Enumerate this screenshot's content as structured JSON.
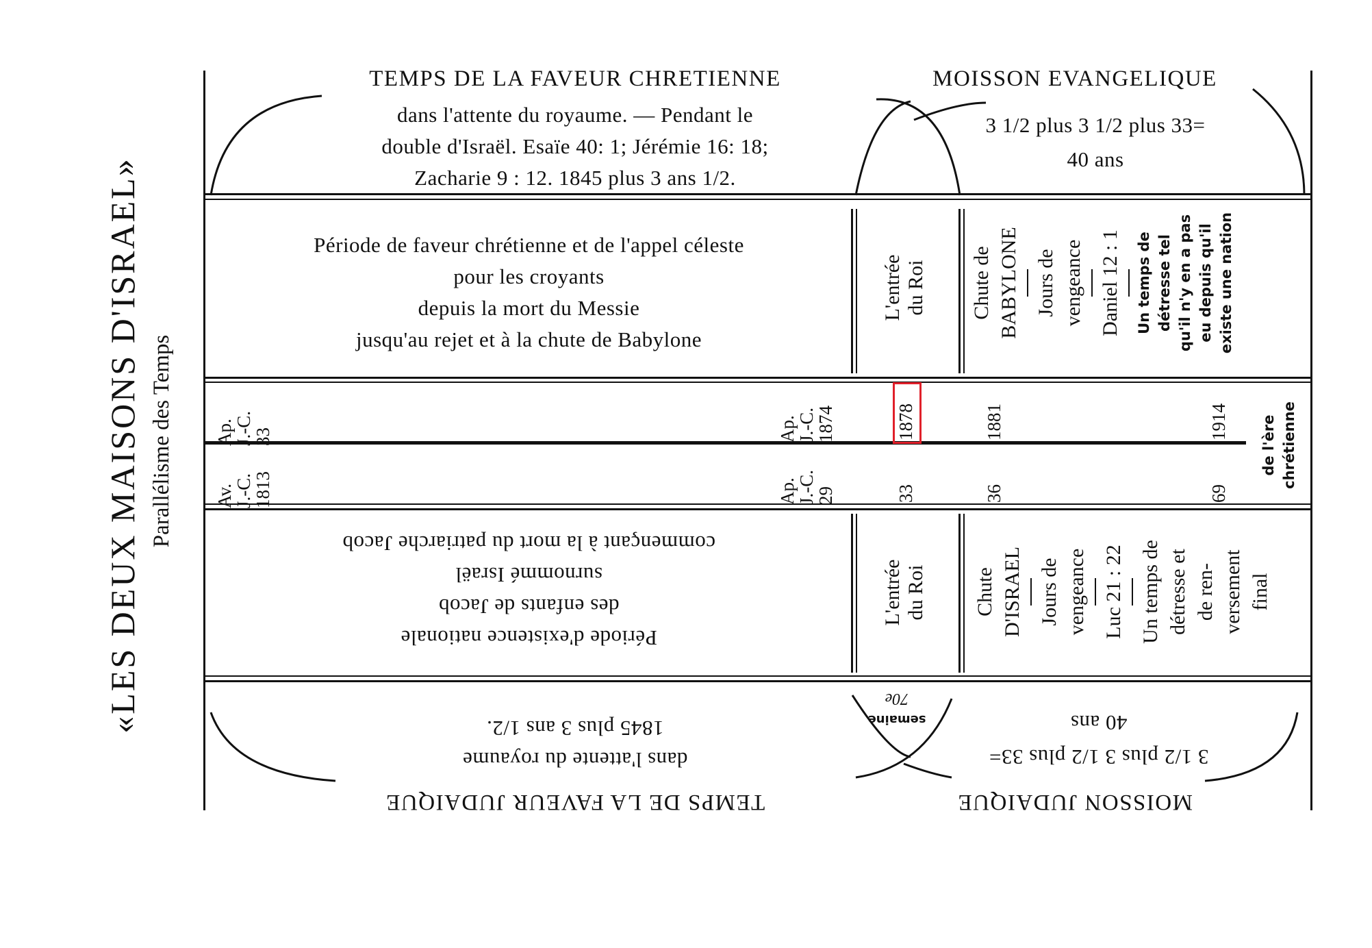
{
  "side": {
    "title": "«LES DEUX MAISONS D'ISRAEL»",
    "subtitle": "Parallélisme des Temps"
  },
  "top": {
    "header_left": "TEMPS DE LA FAVEUR CHRETIENNE",
    "header_left_lines": [
      "dans l'attente du royaume. — Pendant le",
      "double d'Israël. Esaïe 40: 1; Jérémie 16: 18;",
      "Zacharie 9 : 12. 1845 plus 3 ans 1/2."
    ],
    "header_right": "MOISSON EVANGELIQUE",
    "header_right_lines": [
      "3 1/2 plus 3 1/2 plus 33=",
      "40 ans"
    ],
    "period_lines": [
      "Période de faveur chrétienne et de l'appel céleste",
      "pour les croyants",
      "depuis la mort du Messie",
      "jusqu'au rejet et à la chute de Babylone"
    ],
    "entree": [
      "L'entrée",
      "du Roi"
    ],
    "chute": [
      "Chute de",
      "BABYLONE"
    ],
    "jours": [
      "Jours de",
      "vengeance"
    ],
    "ref": "Daniel 12 : 1",
    "detresse": [
      "Un temps de",
      "détresse tel",
      "qu'il n'y en a pas",
      "eu depuis qu'il",
      "existe une nation"
    ]
  },
  "dates_top": {
    "start": [
      "Ap.",
      "J.-C.",
      "33"
    ],
    "end": [
      "Ap.",
      "J.-C.",
      "1874"
    ],
    "highlighted": "1878",
    "fall": "1881",
    "final": "1914"
  },
  "dates_bottom": {
    "start": [
      "Av.",
      "J.-C.",
      "1813"
    ],
    "end": [
      "Ap.",
      "J.-C.",
      "29"
    ],
    "entree": "33",
    "fall": "36",
    "final": "69",
    "era": [
      "de l'ère",
      "chrétienne"
    ]
  },
  "bottom": {
    "header_left": "TEMPS DE LA FAVEUR JUDAIQUE",
    "header_left_lines": [
      "dans l'attente du royaume",
      "1845 plus 3 ans 1/2."
    ],
    "header_right": "MOISSON JUDAIQUE",
    "header_right_lines": [
      "3 1/2 plus 3 1/2 plus 33=",
      "40 ans"
    ],
    "week": [
      "70e",
      "semaine"
    ],
    "period_lines": [
      "Période d'existence nationale",
      "des enfants de Jacob",
      "surnommé Israël",
      "commençant à la mort du patriarche Jacob"
    ],
    "entree": [
      "L'entrée",
      "du Roi"
    ],
    "chute": [
      "Chute",
      "D'ISRAEL"
    ],
    "jours": [
      "Jours de",
      "vengeance"
    ],
    "ref": "Luc 21 : 22",
    "detresse": [
      "Un temps de",
      "détresse et",
      "de ren-",
      "versement",
      "final"
    ]
  },
  "colors": {
    "ink": "#111111",
    "highlight": "#e0202a"
  }
}
